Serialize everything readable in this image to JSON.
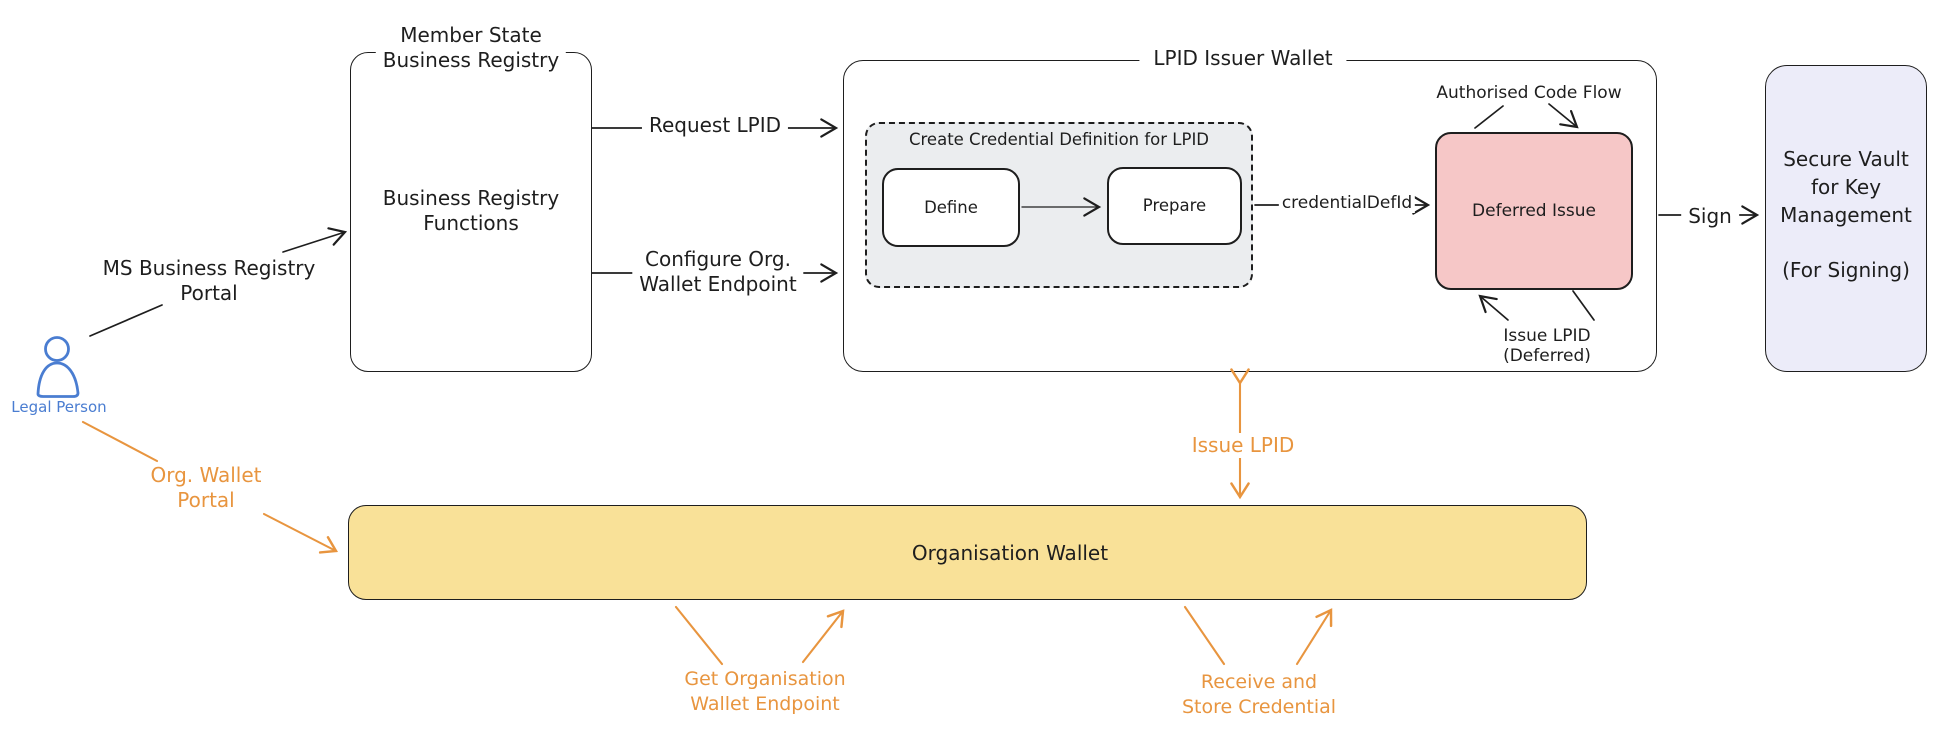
{
  "colors": {
    "ink": "#1e1e1e",
    "orange": "#e8953f",
    "blue": "#4a7dd1",
    "pink": "#f6c7c7",
    "lavender": "#ececf9",
    "yellow": "#f9e198",
    "gray": "#ebedef"
  },
  "actor": {
    "label": "Legal Person",
    "ms_portal_label": [
      "MS Business Registry",
      "Portal"
    ],
    "org_portal_label": [
      "Org. Wallet",
      "Portal"
    ]
  },
  "registry": {
    "title": [
      "Member State",
      "Business Registry"
    ],
    "functions": [
      "Business Registry",
      "Functions"
    ]
  },
  "issuer": {
    "title": "LPID Issuer Wallet",
    "group_title": "Create Credential Definition for LPID",
    "define": "Define",
    "prepare": "Prepare",
    "deferred": "Deferred Issue",
    "authorised_code_flow": "Authorised Code Flow",
    "issue_deferred": [
      "Issue LPID",
      "(Deferred)"
    ]
  },
  "connectors": {
    "request": "Request LPID",
    "configure": [
      "Configure Org.",
      "Wallet Endpoint"
    ],
    "cred_def_id": "credentialDefId",
    "sign": "Sign",
    "issue_lpid": "Issue LPID",
    "get_endpoint": [
      "Get Organisation",
      "Wallet Endpoint"
    ],
    "receive_store": [
      "Receive and",
      "Store Credential"
    ]
  },
  "vault": {
    "lines": [
      "Secure Vault",
      "for Key",
      "Management",
      "(For Signing)"
    ]
  },
  "org_wallet": {
    "title": "Organisation Wallet"
  }
}
